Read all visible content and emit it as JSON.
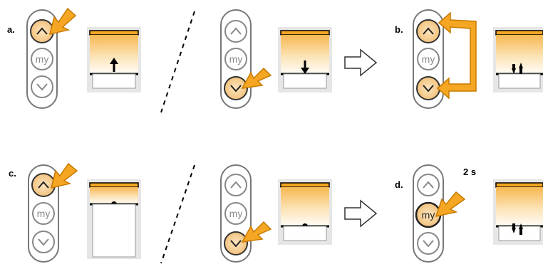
{
  "labels": {
    "a": "a.",
    "b": "b.",
    "c": "c.",
    "d": "d."
  },
  "my_button_text": "my",
  "hold_time": "2 s",
  "colors": {
    "arrow_orange": "#F5A623",
    "arrow_stroke": "#C87A00",
    "shade_orange": "#F5A623",
    "shade_light": "#FFF6E2",
    "remote_stroke": "#777777",
    "highlight": "#F8D8A0"
  }
}
